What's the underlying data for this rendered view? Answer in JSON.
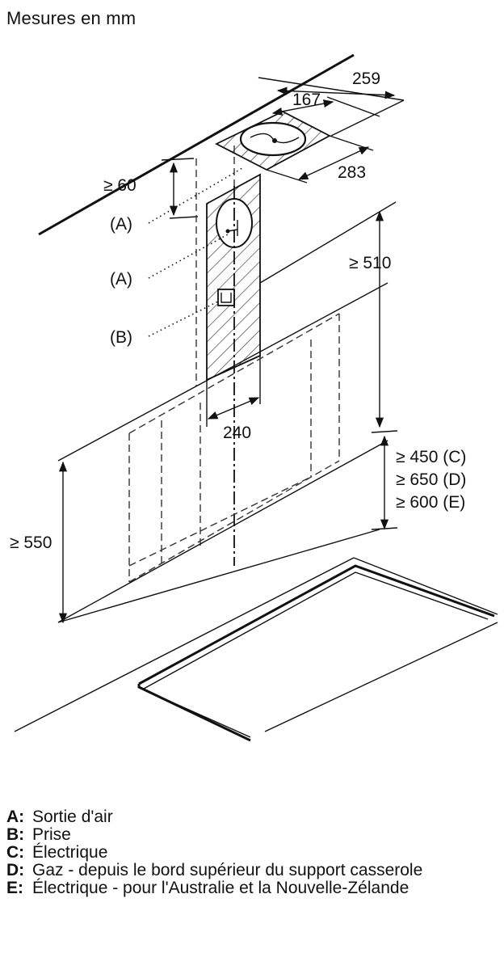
{
  "title": "Mesures en mm",
  "dimensions": {
    "d259": "259",
    "d167": "167",
    "d283": "283",
    "d60": "≥ 60",
    "d510": "≥ 510",
    "d240": "240",
    "d550": "≥ 550",
    "dC": "≥ 450 (C)",
    "dD": "≥ 650 (D)",
    "dE": "≥ 600 (E)"
  },
  "callouts": {
    "a1": {
      "open": "(",
      "letter": "A",
      "close": ")"
    },
    "a2": {
      "open": "(",
      "letter": "A",
      "close": ")"
    },
    "b1": {
      "open": "(",
      "letter": "B",
      "close": ")"
    }
  },
  "legend": [
    {
      "key": "A:",
      "text": "Sortie d'air"
    },
    {
      "key": "B:",
      "text": "Prise"
    },
    {
      "key": "C:",
      "text": "Électrique"
    },
    {
      "key": "D:",
      "text": "Gaz - depuis le bord supérieur du support casserole"
    },
    {
      "key": "E:",
      "text": "Électrique - pour l'Australie et la Nouvelle-Zélande"
    }
  ]
}
